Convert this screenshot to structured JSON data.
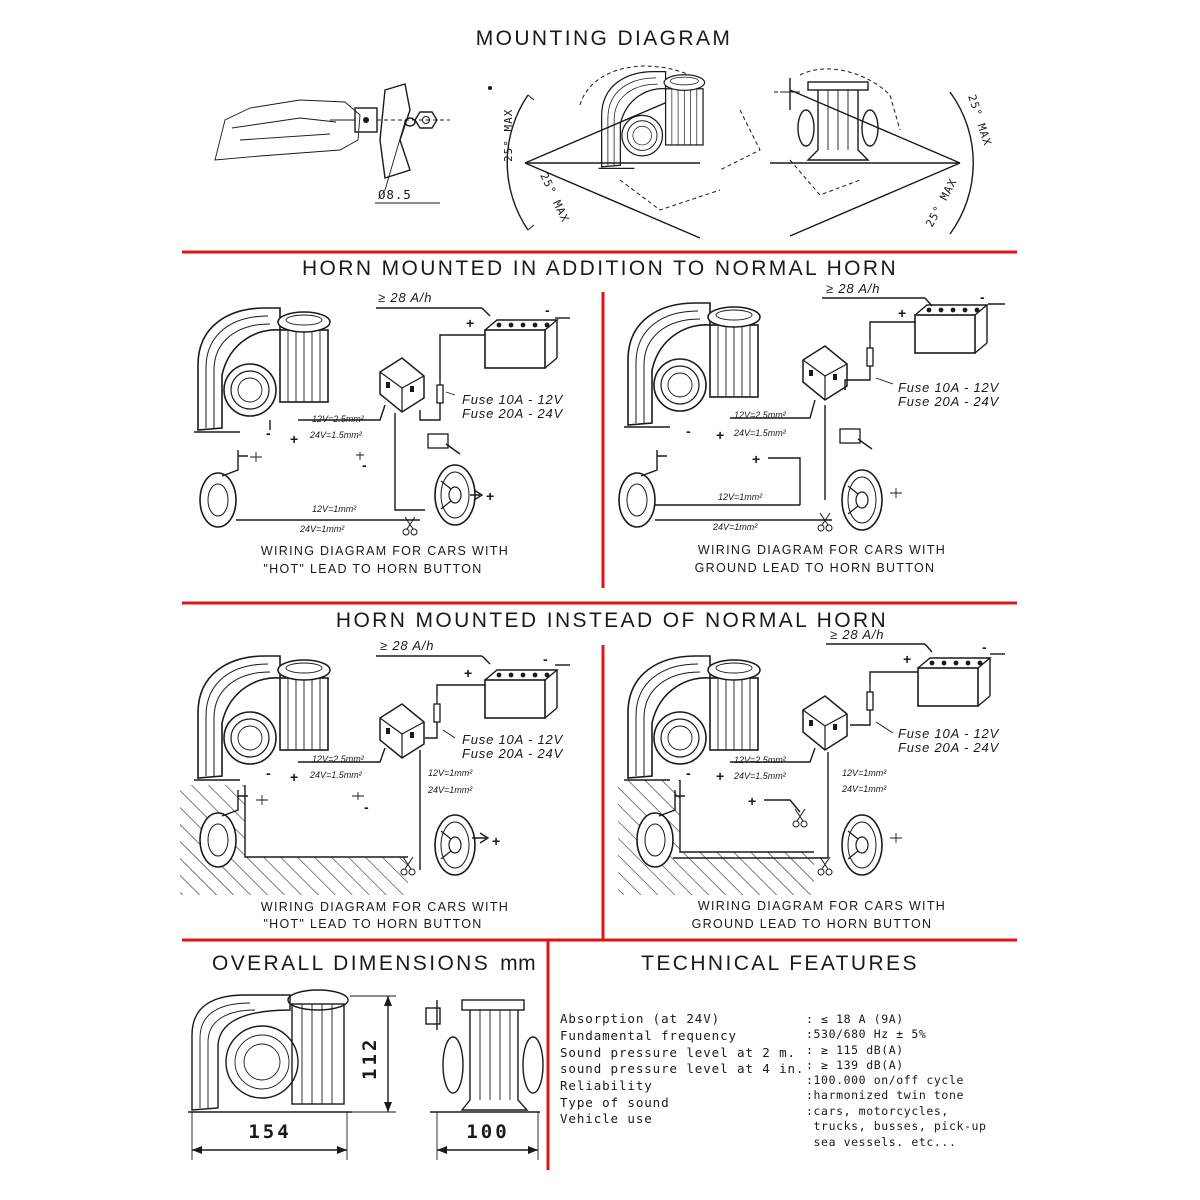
{
  "mounting": {
    "title": "MOUNTING DIAGRAM",
    "hole": "Ø8.5",
    "angle_left_up": "25° MAX",
    "angle_left_down": "25° MAX",
    "angle_right_up": "25° MAX",
    "angle_right_down": "25° MAX"
  },
  "addition": {
    "title": "HORN MOUNTED IN ADDITION TO NORMAL HORN",
    "left": {
      "battery": "≥ 28 A/h",
      "fuse1": "Fuse 10A - 12V",
      "fuse2": "Fuse 20A - 24V",
      "wire1": "12V=2.5mm²",
      "wire2": "24V=1.5mm²",
      "wire3": "12V=1mm²",
      "wire4": "24V=1mm²",
      "caption1": "WIRING DIAGRAM FOR CARS WITH",
      "caption2": "\"HOT\" LEAD TO HORN BUTTON"
    },
    "right": {
      "battery": "≥ 28 A/h",
      "fuse1": "Fuse 10A - 12V",
      "fuse2": "Fuse 20A - 24V",
      "wire1": "12V=2.5mm²",
      "wire2": "24V=1.5mm²",
      "wire3": "12V=1mm²",
      "wire4": "24V=1mm²",
      "caption1": "WIRING DIAGRAM FOR CARS WITH",
      "caption2": "GROUND LEAD TO HORN BUTTON"
    }
  },
  "instead": {
    "title": "HORN MOUNTED INSTEAD OF NORMAL HORN",
    "left": {
      "battery": "≥ 28 A/h",
      "fuse1": "Fuse 10A - 12V",
      "fuse2": "Fuse 20A - 24V",
      "wire1": "12V=2.5mm²",
      "wire2": "24V=1.5mm²",
      "wire3": "12V=1mm²",
      "wire4": "24V=1mm²",
      "caption1": "WIRING DIAGRAM FOR CARS WITH",
      "caption2": "\"HOT\" LEAD TO HORN BUTTON"
    },
    "right": {
      "battery": "≥ 28 A/h",
      "fuse1": "Fuse 10A - 12V",
      "fuse2": "Fuse 20A - 24V",
      "wire1": "12V=2.5mm²",
      "wire2": "24V=1.5mm²",
      "wire3": "12V=1mm²",
      "wire4": "24V=1mm²",
      "caption1": "WIRING DIAGRAM FOR CARS WITH",
      "caption2": "GROUND LEAD TO HORN BUTTON"
    }
  },
  "dimensions": {
    "title": "OVERALL DIMENSIONS",
    "unit": "mm",
    "height": "112",
    "length": "154",
    "width": "100"
  },
  "technical": {
    "title": "TECHNICAL FEATURES",
    "rows": [
      {
        "label": "Absorption (at 24V)",
        "value": ": ≤ 18 A (9A)"
      },
      {
        "label": "Fundamental frequency",
        "value": ":530/680 Hz ± 5%"
      },
      {
        "label": "Sound pressure level at 2 m.",
        "value": ": ≥ 115 dB(A)"
      },
      {
        "label": "sound pressure level at 4 in.",
        "value": ": ≥ 139 dB(A)"
      },
      {
        "label": "Reliability",
        "value": ":100.000 on/off cycle"
      },
      {
        "label": "Type of sound",
        "value": ":harmonized twin tone"
      },
      {
        "label": "Vehicle use",
        "value": ":cars, motorcycles,"
      }
    ],
    "extra": [
      " trucks, busses, pick-up",
      " sea vessels. etc..."
    ]
  },
  "colors": {
    "divider": "#e01414",
    "ink": "#1a1a1a"
  }
}
